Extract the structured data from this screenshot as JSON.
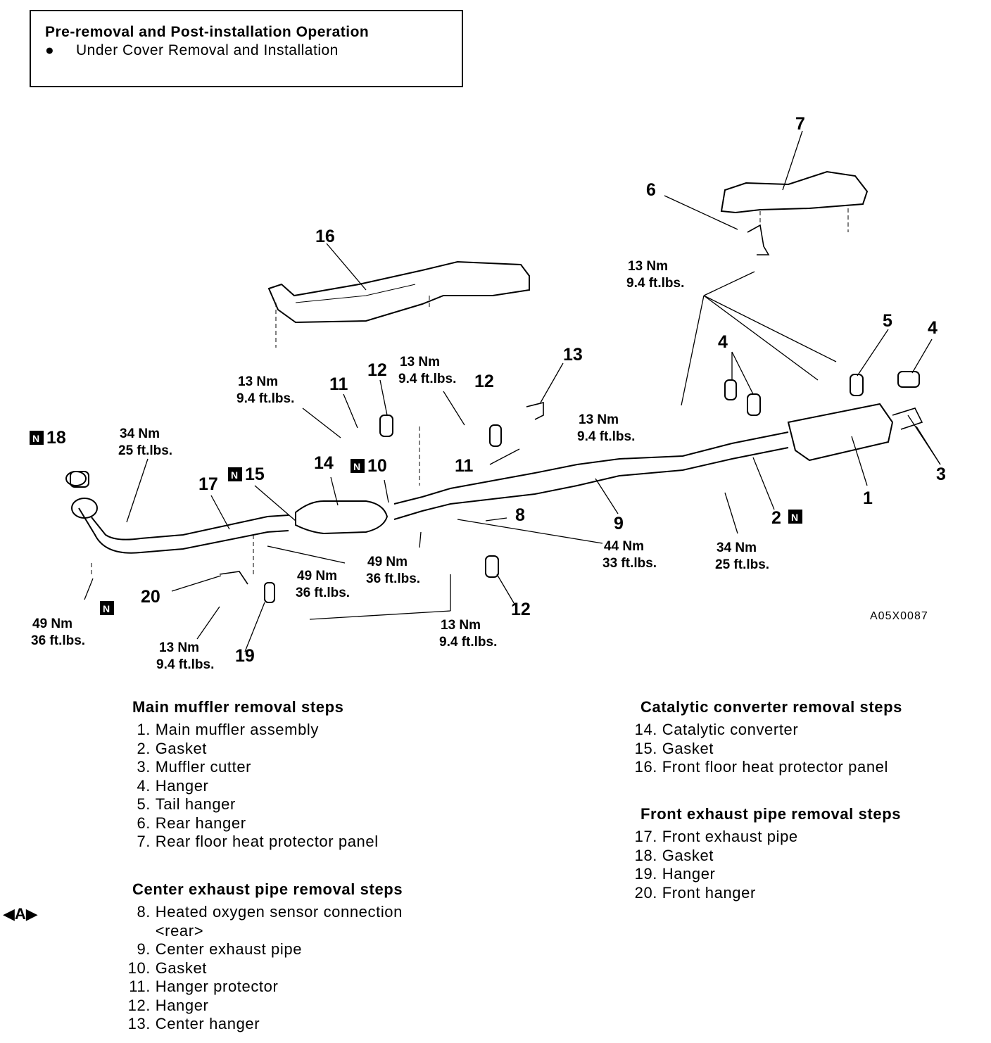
{
  "pre_operation": {
    "title": "Pre-removal and Post-installation Operation",
    "bullet": "●",
    "item": "Under Cover Removal and Installation"
  },
  "diagram": {
    "figure_ref": "A05X0087",
    "n_mark": "N",
    "callouts": {
      "c1": "1",
      "c2": "2",
      "c3": "3",
      "c4a": "4",
      "c4b": "4",
      "c5": "5",
      "c6": "6",
      "c7": "7",
      "c8": "8",
      "c9": "9",
      "c10": "10",
      "c11a": "11",
      "c11b": "11",
      "c12a": "12",
      "c12b": "12",
      "c12c": "12",
      "c13": "13",
      "c14": "14",
      "c15": "15",
      "c16": "16",
      "c17": "17",
      "c18": "18",
      "c19": "19",
      "c20": "20"
    },
    "torques": {
      "t_13_a": [
        "13 Nm",
        "9.4 ft.lbs."
      ],
      "t_13_b": [
        "13 Nm",
        "9.4 ft.lbs."
      ],
      "t_13_c": [
        "13 Nm",
        "9.4 ft.lbs."
      ],
      "t_13_d": [
        "13 Nm",
        "9.4 ft.lbs."
      ],
      "t_13_e": [
        "13 Nm",
        "9.4 ft.lbs."
      ],
      "t_13_f": [
        "13 Nm",
        "9.4 ft.lbs."
      ],
      "t_34_a": [
        "34 Nm",
        "25 ft.lbs."
      ],
      "t_34_b": [
        "34 Nm",
        "25 ft.lbs."
      ],
      "t_44": [
        "44 Nm",
        "33 ft.lbs."
      ],
      "t_49_a": [
        "49 Nm",
        "36 ft.lbs."
      ],
      "t_49_b": [
        "49 Nm",
        "36 ft.lbs."
      ],
      "t_49_c": [
        "49 Nm",
        "36 ft.lbs."
      ]
    }
  },
  "sections": {
    "main_muffler": {
      "title": "Main muffler removal steps",
      "steps": [
        {
          "no": "1.",
          "text": "Main muffler assembly"
        },
        {
          "no": "2.",
          "text": "Gasket"
        },
        {
          "no": "3.",
          "text": "Muffler cutter"
        },
        {
          "no": "4.",
          "text": "Hanger"
        },
        {
          "no": "5.",
          "text": "Tail hanger"
        },
        {
          "no": "6.",
          "text": "Rear hanger"
        },
        {
          "no": "7.",
          "text": "Rear floor heat protector panel"
        }
      ]
    },
    "center_pipe": {
      "title": "Center exhaust pipe removal steps",
      "mark": "◀A▶",
      "steps": [
        {
          "no": "8.",
          "text": "Heated oxygen sensor connection",
          "text2": "<rear>"
        },
        {
          "no": "9.",
          "text": "Center exhaust pipe"
        },
        {
          "no": "10.",
          "text": "Gasket"
        },
        {
          "no": "11.",
          "text": "Hanger protector"
        },
        {
          "no": "12.",
          "text": "Hanger"
        },
        {
          "no": "13.",
          "text": "Center hanger"
        }
      ]
    },
    "catalytic": {
      "title": "Catalytic converter removal steps",
      "steps": [
        {
          "no": "14.",
          "text": "Catalytic converter"
        },
        {
          "no": "15.",
          "text": "Gasket"
        },
        {
          "no": "16.",
          "text": "Front floor heat protector panel"
        }
      ]
    },
    "front_pipe": {
      "title": "Front exhaust pipe removal steps",
      "steps": [
        {
          "no": "17.",
          "text": "Front exhaust pipe"
        },
        {
          "no": "18.",
          "text": "Gasket"
        },
        {
          "no": "19.",
          "text": "Hanger"
        },
        {
          "no": "20.",
          "text": "Front hanger"
        }
      ]
    }
  }
}
